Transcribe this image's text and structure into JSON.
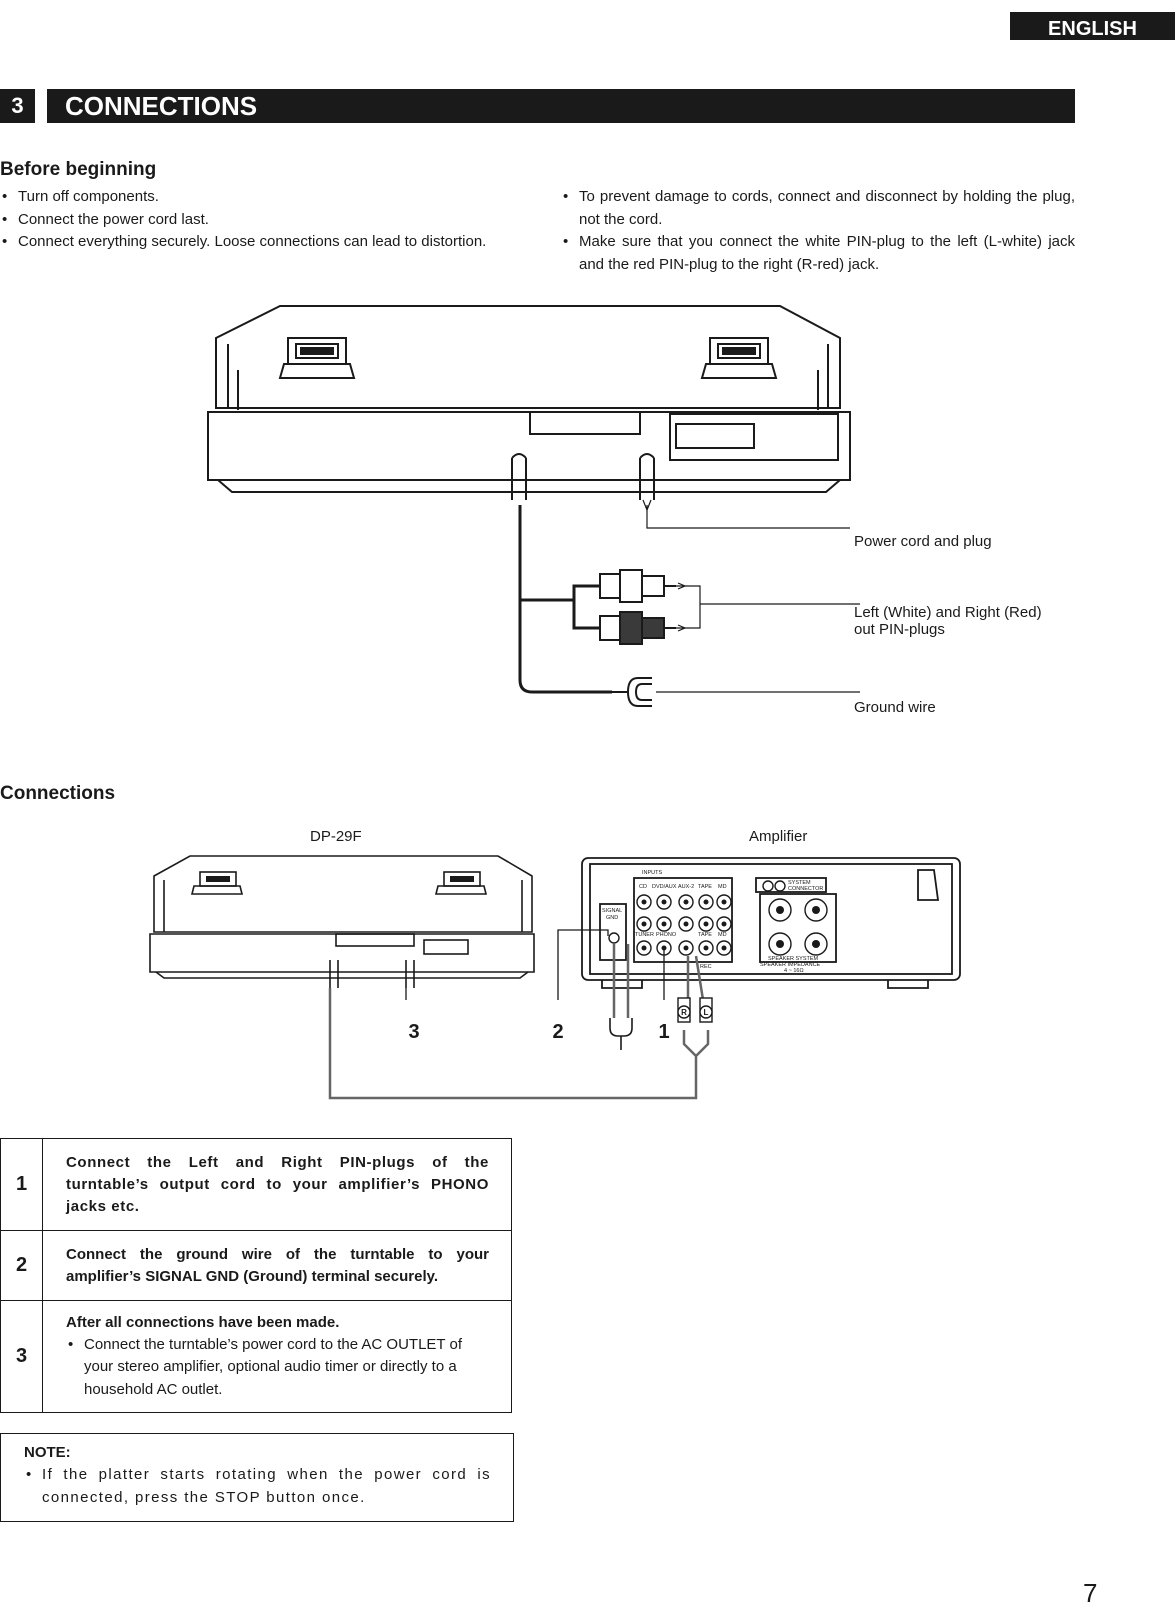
{
  "header": {
    "language": "ENGLISH"
  },
  "section": {
    "number": "3",
    "title": "CONNECTIONS"
  },
  "before": {
    "title": "Before beginning",
    "left_items": [
      "Turn off components.",
      "Connect the power cord last.",
      "Connect everything securely. Loose connections can lead to distortion."
    ],
    "right_items": [
      "To prevent damage to cords, connect and disconnect by holding the plug, not the cord.",
      "Make sure that you connect the white PIN-plug to the left (L-white) jack and the red PIN-plug to the right (R-red) jack."
    ]
  },
  "figure1": {
    "callouts": {
      "power": "Power cord and plug",
      "pin_line1": "Left (White) and Right (Red)",
      "pin_line2": "out PIN-plugs",
      "ground": "Ground wire"
    }
  },
  "connections": {
    "title": "Connections",
    "turntable_label": "DP-29F",
    "amplifier_label": "Amplifier",
    "markers": {
      "m3": "3",
      "m2": "2",
      "m1": "1"
    },
    "jack_r": "R",
    "jack_l": "L",
    "amp_panel": {
      "inputs": "INPUTS",
      "cd": "CD",
      "dvd_aux": "DVD/AUX",
      "aux2": "AUX-2",
      "tape": "TAPE",
      "md": "MD",
      "tuner": "TUNER",
      "phono": "PHONO",
      "rec": "REC",
      "signal_gnd_1": "SIGNAL",
      "signal_gnd_2": "GND",
      "system_connector_1": "SYSTEM",
      "system_connector_2": "CONNECTOR",
      "speaker_system": "SPEAKER SYSTEM",
      "speaker_impedance": "SPEAKER IMPEDANCE",
      "impedance_value": "4 ~ 16Ω"
    }
  },
  "steps": [
    {
      "num": "1",
      "text": "Connect the Left and Right PIN-plugs of the turntable’s output cord to your amplifier’s PHONO jacks etc."
    },
    {
      "num": "2",
      "text": "Connect the ground wire of the turntable to your amplifier’s SIGNAL GND (Ground) terminal securely."
    },
    {
      "num": "3",
      "heading": "After all connections have been made.",
      "bullet": "Connect the turntable’s power cord to the AC OUTLET of your stereo amplifier, optional audio timer or directly to a household AC outlet."
    }
  ],
  "note": {
    "title": "NOTE:",
    "bullet": "If the platter starts rotating when the power cord is connected, press the STOP button once."
  },
  "page_number": "7"
}
